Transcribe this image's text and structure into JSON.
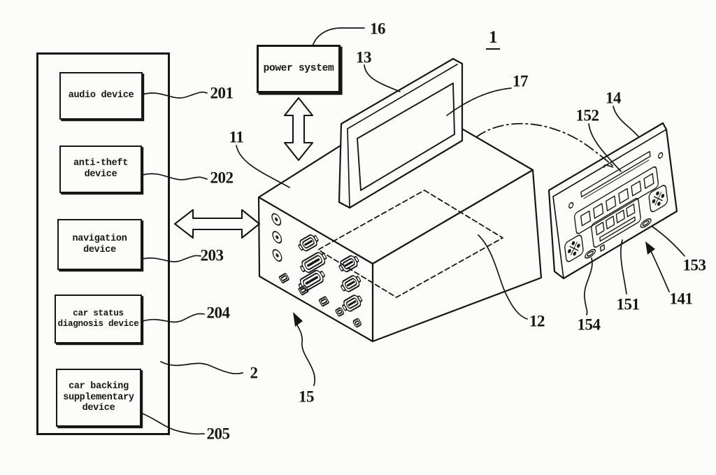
{
  "palette": {
    "ink": "#161616",
    "paper": "#fcfcfb"
  },
  "figure_label": "1",
  "external_devices": {
    "ref": "2",
    "items": [
      {
        "name": "audio device",
        "ref": "201"
      },
      {
        "name": "anti-theft\ndevice",
        "ref": "202"
      },
      {
        "name": "navigation\ndevice",
        "ref": "203"
      },
      {
        "name": "car status\ndiagnosis device",
        "ref": "204"
      },
      {
        "name": "car backing\nsupplementary\ndevice",
        "ref": "205"
      }
    ]
  },
  "power_system": {
    "name": "power system",
    "ref": "16"
  },
  "refs": {
    "main_unit": "11",
    "mount_area": "12",
    "monitor": "13",
    "front_panel": "14",
    "connector_face": "15",
    "screen": "17",
    "panel_body": "141",
    "panel_slot": "151",
    "disc_slot": "152",
    "button_right": "153",
    "button_left": "154"
  }
}
